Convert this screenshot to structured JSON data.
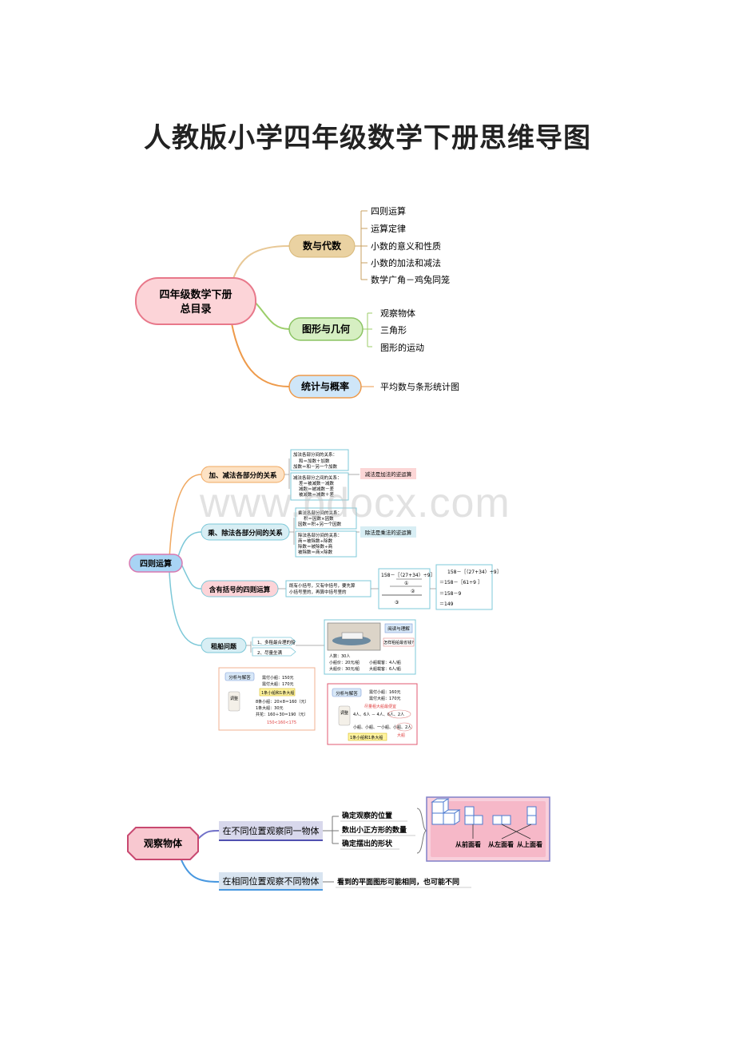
{
  "page_title": "人教版小学四年级数学下册思维导图",
  "watermark": "www.bdocx.com",
  "map1": {
    "root": "四年级数学下册\n总目录",
    "branches": [
      {
        "label": "数与代数",
        "leaves": [
          "四则运算",
          "运算定律",
          "小数的意义和性质",
          "小数的加法和减法",
          "数学广角－鸡兔同笼"
        ]
      },
      {
        "label": "图形与几何",
        "leaves": [
          "观察物体",
          "三角形",
          "图形的运动"
        ]
      },
      {
        "label": "统计与概率",
        "leaves": [
          "平均数与条形统计图"
        ]
      }
    ]
  },
  "map2": {
    "root": "四则运算",
    "branches": [
      {
        "label": "加、减法各部分的关系",
        "notes": [
          [
            "加法各部分间的关系：",
            "和＝加数＋加数",
            "加数＝和－另一个加数"
          ],
          [
            "减法各部分之间的关系：",
            "差＝被减数－减数",
            "减数＝被减数－差",
            "被减数＝减数＋差"
          ]
        ],
        "tag": "减法是加法的逆运算"
      },
      {
        "label": "乘、除法各部分间的关系",
        "notes": [
          [
            "乘法各部分间的关系：",
            "积＝因数×因数",
            "因数＝积÷另一个因数"
          ],
          [
            "除法各部分间的关系：",
            "商＝被除数÷除数",
            "除数＝被除数÷商",
            "被除数＝商×除数"
          ]
        ],
        "tag": "除法是乘法的逆运算"
      },
      {
        "label": "含有括号的四则运算",
        "notes": [
          [
            "既有小括号，又有中括号，要先算",
            "小括号里的，再算中括号里的"
          ]
        ],
        "expr_left": [
          "158－［（27+34）÷9］",
          "①",
          "②",
          "③"
        ],
        "expr_right": [
          "158－［（27+34）÷9］",
          "＝158－［61÷9 ］",
          "＝158－9",
          "＝149"
        ]
      },
      {
        "label": "租船问题",
        "items": [
          "1、多租最合理的船",
          "2、尽量坐满"
        ]
      }
    ],
    "info_panel": {
      "tags": [
        "阅读与理解",
        "怎样租船最省钱?"
      ],
      "rows": [
        "人数：30人",
        "小船载客：4人/船",
        "小船价：20元/船",
        "大船载客：6人/船",
        "大船价：30元/船"
      ]
    },
    "analysis_left": {
      "tag": "分析与解答",
      "side": "调整",
      "lines": [
        "需付小船：150元",
        "需付大船：170元",
        "1条小船和1条大船",
        "8条小船：20×8＝160（元）",
        "1条大船：30元",
        "共花：160＋30＝190（元）",
        "150<160<175"
      ]
    },
    "analysis_right": {
      "tag": "分析与解答",
      "side": "调整",
      "lines": [
        "需付小船：160元",
        "需付大船：170元",
        "尽量租大船最便宜",
        "4人、6人 － 4人、6人、2人",
        "小船、小船、一小船、小船、2人",
        "大船"
      ]
    }
  },
  "map3": {
    "root": "观察物体",
    "branch1": {
      "label": "在不同位置观察同一物体",
      "items": [
        "确定观察的位置",
        "数出小正方形的数量",
        "确定摆出的形状"
      ]
    },
    "views": [
      "从前面看",
      "从左面看",
      "从上面看"
    ],
    "branch2": {
      "label": "在相同位置观察不同物体",
      "note": "看到的平面图形可能相同，也可能不同"
    }
  }
}
